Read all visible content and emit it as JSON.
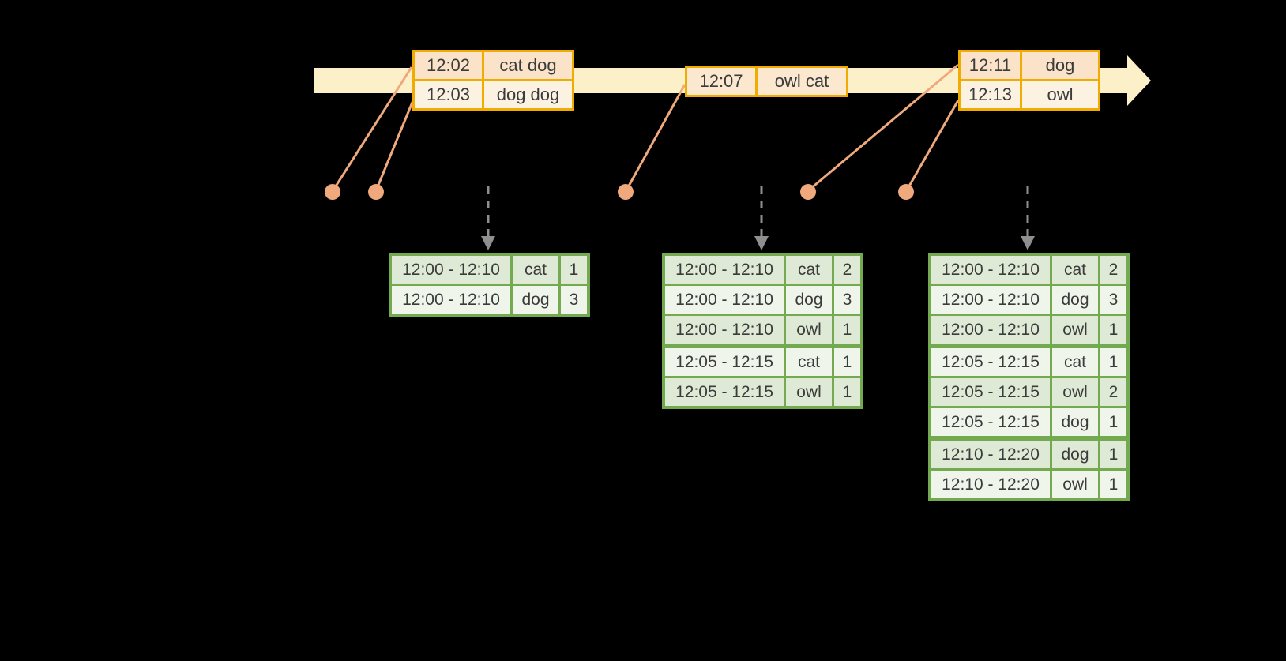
{
  "colors": {
    "background": "#000000",
    "text": "#3b3b3b",
    "timeline": "#fcf0c9",
    "event_border": "#f0ac00",
    "event_row_dark": "#fae3c8",
    "event_row_mid": "#fbe8cf",
    "event_row_light": "#fcf2e2",
    "connector": "#f0a97c",
    "arrow_gray": "#8f8f8f",
    "result_border": "#73aa50",
    "result_row_dark": "#dfead6",
    "result_row_light": "#f0f5ec"
  },
  "icons": {
    "timeline_arrow": "right-arrow",
    "trigger_arrow": "down-arrow",
    "event_marker": "dot"
  },
  "timeline": {
    "event_tables": [
      {
        "rows": [
          [
            "12:02",
            "cat dog"
          ],
          [
            "12:03",
            "dog dog"
          ]
        ]
      },
      {
        "rows": [
          [
            "12:07",
            "owl cat"
          ]
        ]
      },
      {
        "rows": [
          [
            "12:11",
            "dog"
          ],
          [
            "12:13",
            "owl"
          ]
        ]
      }
    ]
  },
  "result_tables": [
    {
      "rows": [
        [
          "12:00 - 12:10",
          "cat",
          "1"
        ],
        [
          "12:00 - 12:10",
          "dog",
          "3"
        ]
      ],
      "group_breaks": []
    },
    {
      "rows": [
        [
          "12:00 - 12:10",
          "cat",
          "2"
        ],
        [
          "12:00 - 12:10",
          "dog",
          "3"
        ],
        [
          "12:00 - 12:10",
          "owl",
          "1"
        ],
        [
          "12:05 - 12:15",
          "cat",
          "1"
        ],
        [
          "12:05 - 12:15",
          "owl",
          "1"
        ]
      ],
      "group_breaks": [
        3
      ]
    },
    {
      "rows": [
        [
          "12:00 - 12:10",
          "cat",
          "2"
        ],
        [
          "12:00 - 12:10",
          "dog",
          "3"
        ],
        [
          "12:00 - 12:10",
          "owl",
          "1"
        ],
        [
          "12:05 - 12:15",
          "cat",
          "1"
        ],
        [
          "12:05 - 12:15",
          "owl",
          "2"
        ],
        [
          "12:05 - 12:15",
          "dog",
          "1"
        ],
        [
          "12:10 - 12:20",
          "dog",
          "1"
        ],
        [
          "12:10 - 12:20",
          "owl",
          "1"
        ]
      ],
      "group_breaks": [
        3,
        6
      ]
    }
  ]
}
